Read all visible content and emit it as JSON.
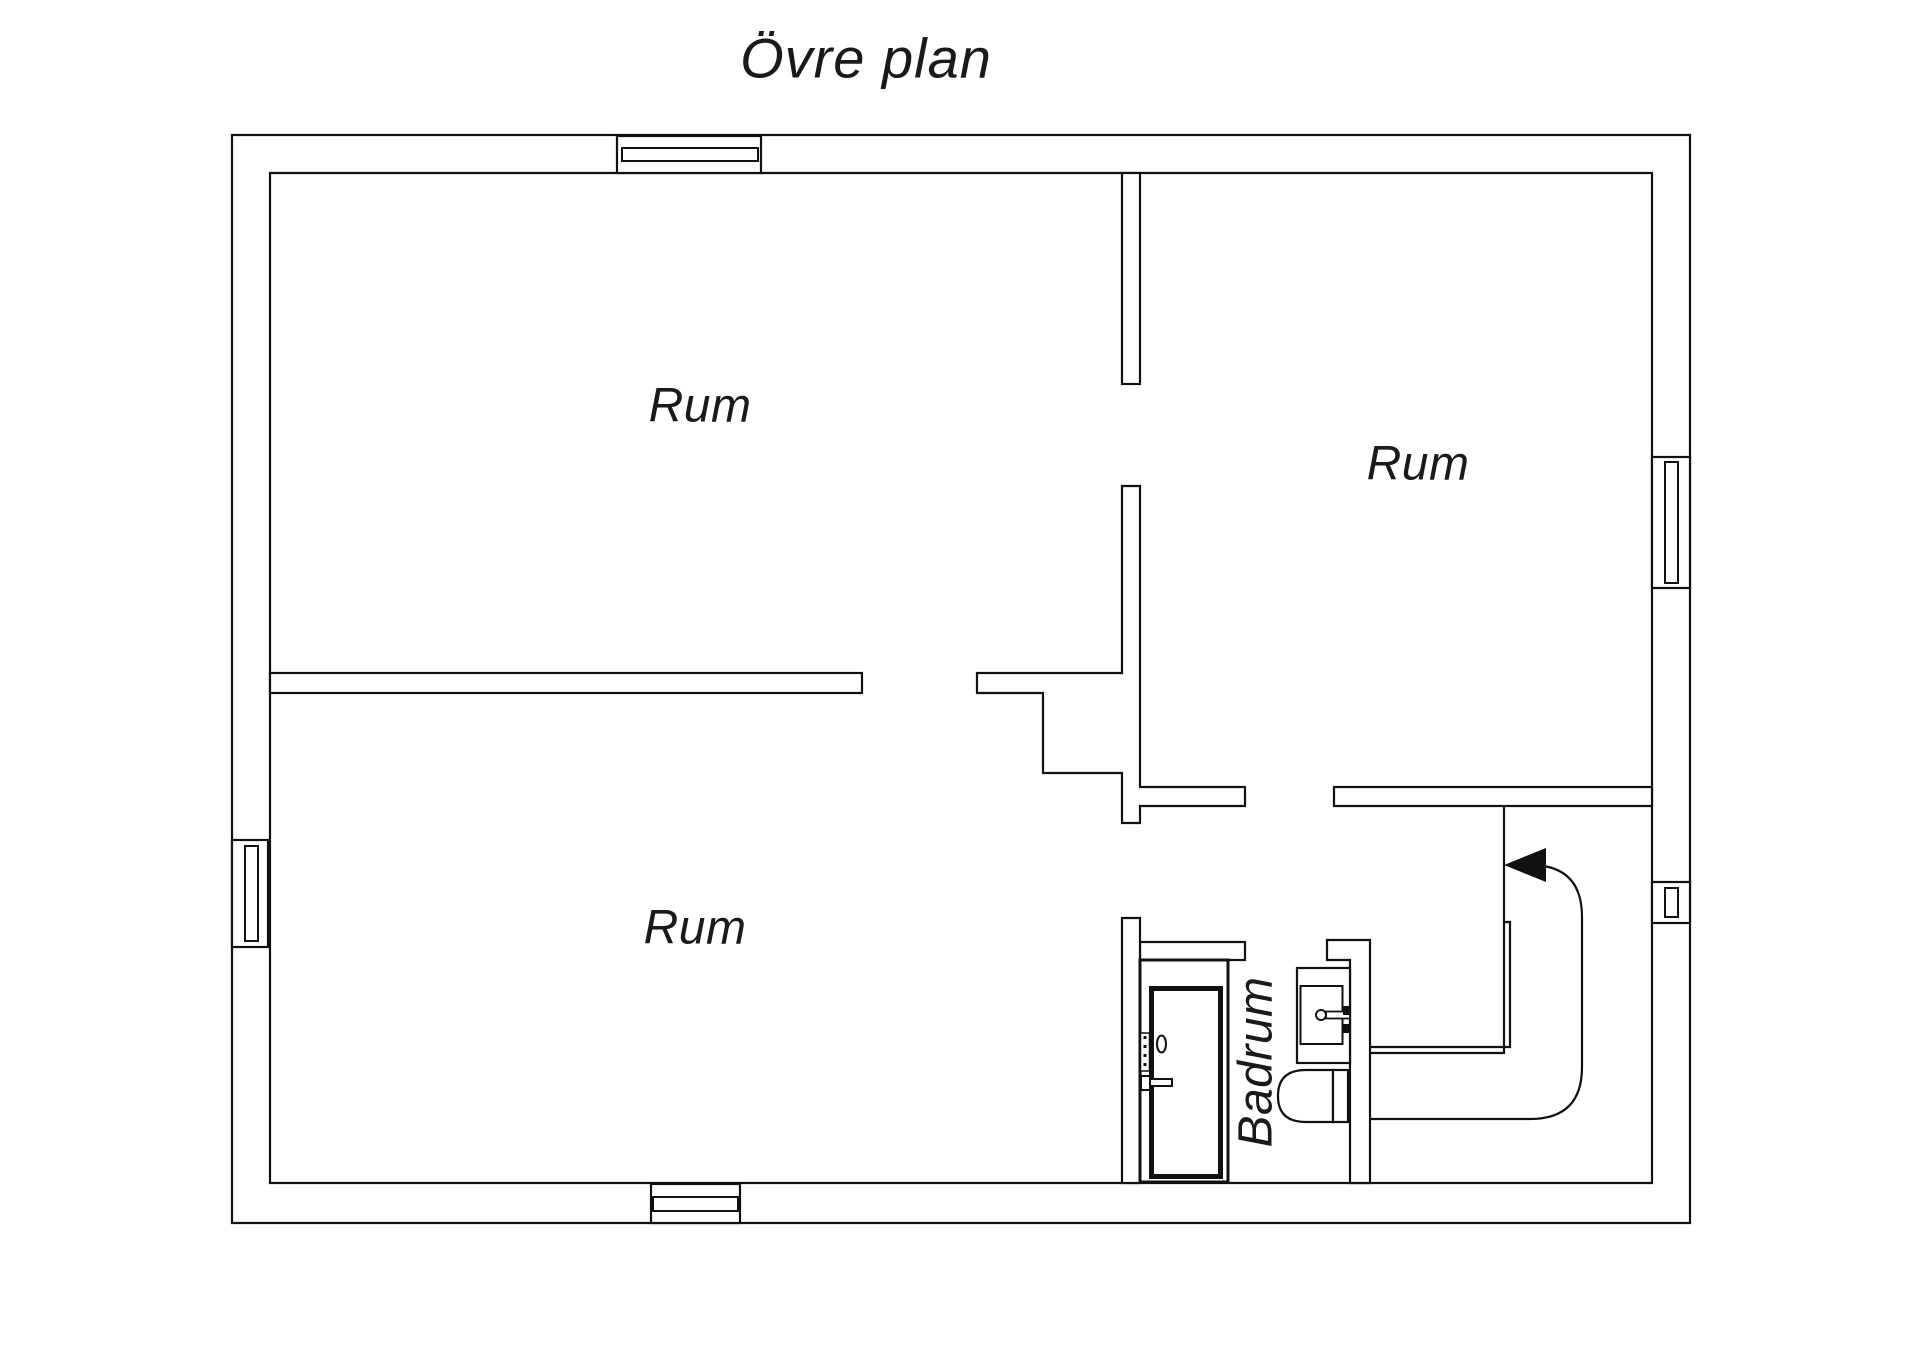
{
  "title": "Övre plan",
  "labels": {
    "room_top_left": "Rum",
    "room_top_right": "Rum",
    "room_bottom_left": "Rum",
    "bathroom": "Badrum"
  },
  "colors": {
    "line": "#111111",
    "background": "#ffffff",
    "text": "#1a1a1a"
  }
}
